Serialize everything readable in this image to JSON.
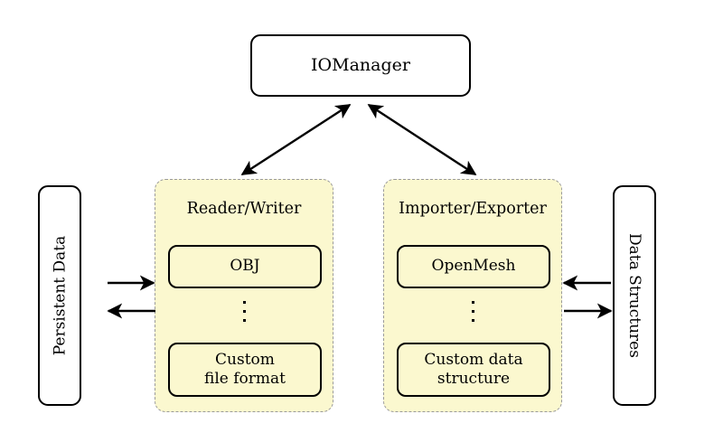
{
  "diagram": {
    "title_node": {
      "label": "IOManager"
    },
    "left_endpoint": {
      "label": "Persistent Data"
    },
    "right_endpoint": {
      "label": "Data Structures"
    },
    "panels": [
      {
        "id": "reader-writer",
        "title": "Reader/Writer",
        "top_item": "OBJ",
        "ellipsis": "⋮",
        "bottom_item_line1": "Custom",
        "bottom_item_line2": "file format"
      },
      {
        "id": "importer-exporter",
        "title": "Importer/Exporter",
        "top_item": "OpenMesh",
        "ellipsis": "⋮",
        "bottom_item_line1": "Custom data",
        "bottom_item_line2": "structure"
      }
    ],
    "connections": [
      {
        "name": "iomanager-to-reader-writer",
        "style": "double-headed-diagonal"
      },
      {
        "name": "iomanager-to-importer-exporter",
        "style": "double-headed-diagonal"
      },
      {
        "name": "persistent-data-to-reader-writer",
        "style": "single-arrow-right"
      },
      {
        "name": "reader-writer-to-persistent-data",
        "style": "single-arrow-left"
      },
      {
        "name": "data-structures-to-importer-exporter",
        "style": "single-arrow-left"
      },
      {
        "name": "importer-exporter-to-data-structures",
        "style": "single-arrow-right"
      }
    ],
    "colors": {
      "panel_fill": "#fbf8cf",
      "panel_border": "#9a9a9a",
      "node_border": "#000000",
      "background": "#ffffff"
    }
  }
}
